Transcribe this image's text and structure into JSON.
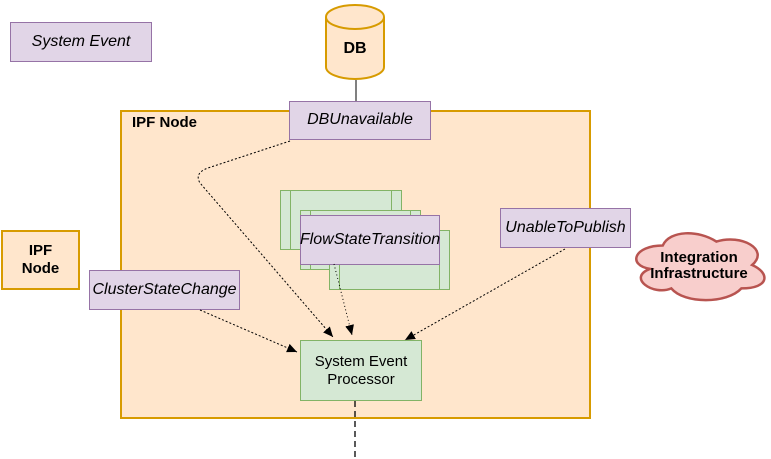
{
  "diagram": {
    "kind": "event-flow-diagram",
    "nodes": {
      "system_event": {
        "label": "System Event"
      },
      "db": {
        "label": "DB"
      },
      "ipf_container": {
        "label": "IPF Node"
      },
      "db_unavailable": {
        "label": "DBUnavailable"
      },
      "flow_state_transition": {
        "label": "FlowStateTransition"
      },
      "unable_to_publish": {
        "label": "UnableToPublish"
      },
      "integration_infrastructure": {
        "label": "Integration\nInfrastructure"
      },
      "ipf_node": {
        "label": "IPF\nNode"
      },
      "cluster_state_change": {
        "label": "ClusterStateChange"
      },
      "system_event_processor": {
        "label": "System Event\nProcessor"
      }
    },
    "edges": [
      {
        "from": "DB",
        "to": "DBUnavailable",
        "style": "solid-line"
      },
      {
        "from": "DBUnavailable",
        "to": "System Event Processor",
        "style": "dotted-arrow"
      },
      {
        "from": "FlowStateTransition",
        "to": "System Event Processor",
        "style": "dotted-arrow"
      },
      {
        "from": "ClusterStateChange",
        "to": "System Event Processor",
        "style": "dotted-arrow"
      },
      {
        "from": "UnableToPublish",
        "to": "System Event Processor",
        "style": "dotted-arrow"
      },
      {
        "from": "System Event Processor",
        "to": "below-diagram",
        "style": "dashed-line"
      }
    ],
    "colors": {
      "event_fill": "#E1D5E7",
      "event_stroke": "#9673A6",
      "process_fill": "#D5E8D4",
      "process_stroke": "#82B366",
      "node_fill": "#FFE6CC",
      "node_stroke": "#D79B00",
      "cloud_fill": "#F8CECC",
      "cloud_stroke": "#B85450",
      "line": "#000000",
      "background": "#FFFFFF"
    }
  }
}
